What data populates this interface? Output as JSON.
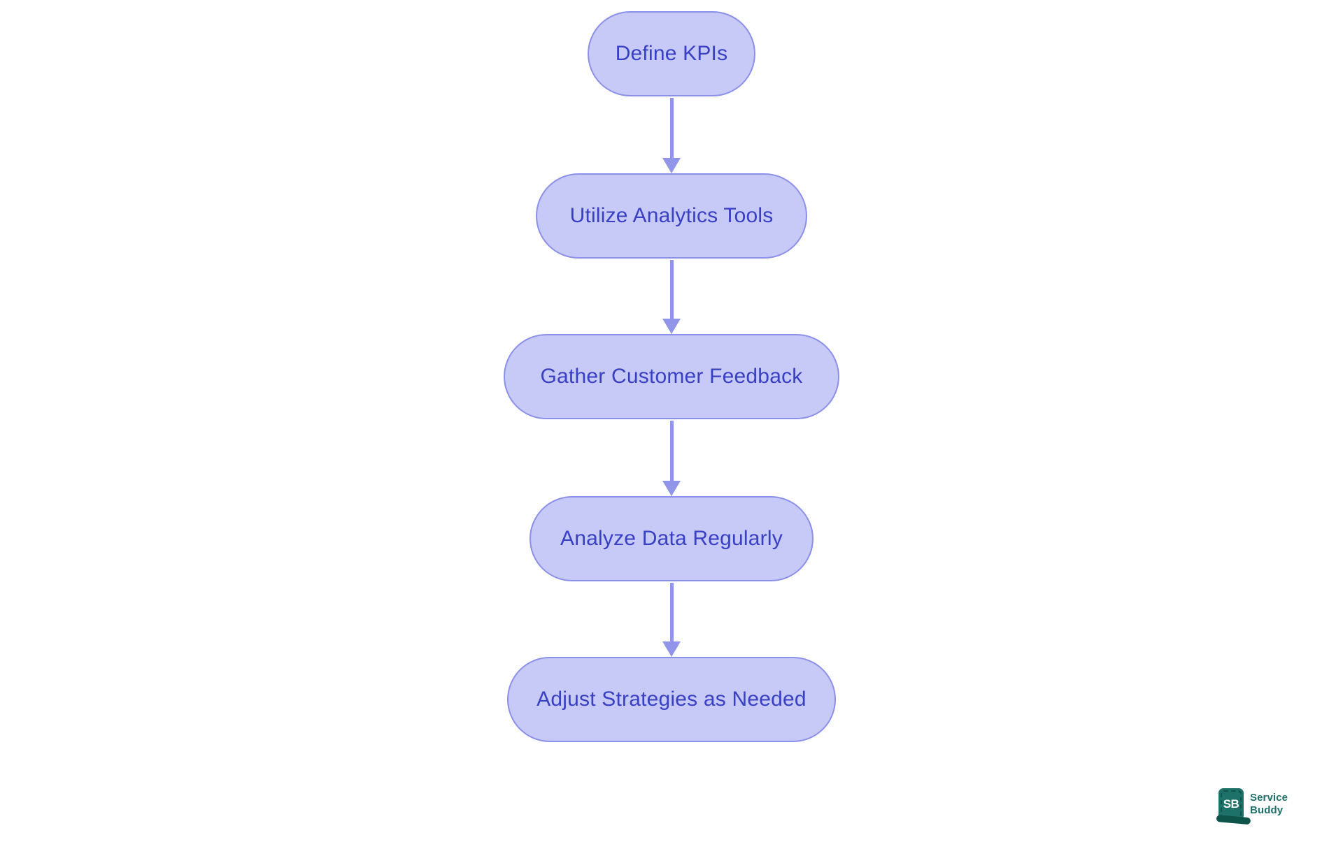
{
  "flowchart": {
    "type": "flowchart",
    "direction": "top-down",
    "nodes": [
      {
        "id": "n1",
        "label": "Define KPIs"
      },
      {
        "id": "n2",
        "label": "Utilize Analytics Tools"
      },
      {
        "id": "n3",
        "label": "Gather Customer Feedback"
      },
      {
        "id": "n4",
        "label": "Analyze Data Regularly"
      },
      {
        "id": "n5",
        "label": "Adjust Strategies as Needed"
      }
    ],
    "edges": [
      {
        "from": "n1",
        "to": "n2"
      },
      {
        "from": "n2",
        "to": "n3"
      },
      {
        "from": "n3",
        "to": "n4"
      },
      {
        "from": "n4",
        "to": "n5"
      }
    ]
  },
  "branding": {
    "badge_text": "SB",
    "name_line1": "Service",
    "name_line2": "Buddy"
  },
  "colors": {
    "node_fill": "#c7c9f6",
    "node_border": "#8b90e9",
    "node_text": "#3840c4",
    "arrow": "#9095e9",
    "brand_teal": "#1d7168",
    "brand_dark": "#0e544b",
    "badge_text_color": "#ffffff",
    "background": "#ffffff"
  }
}
